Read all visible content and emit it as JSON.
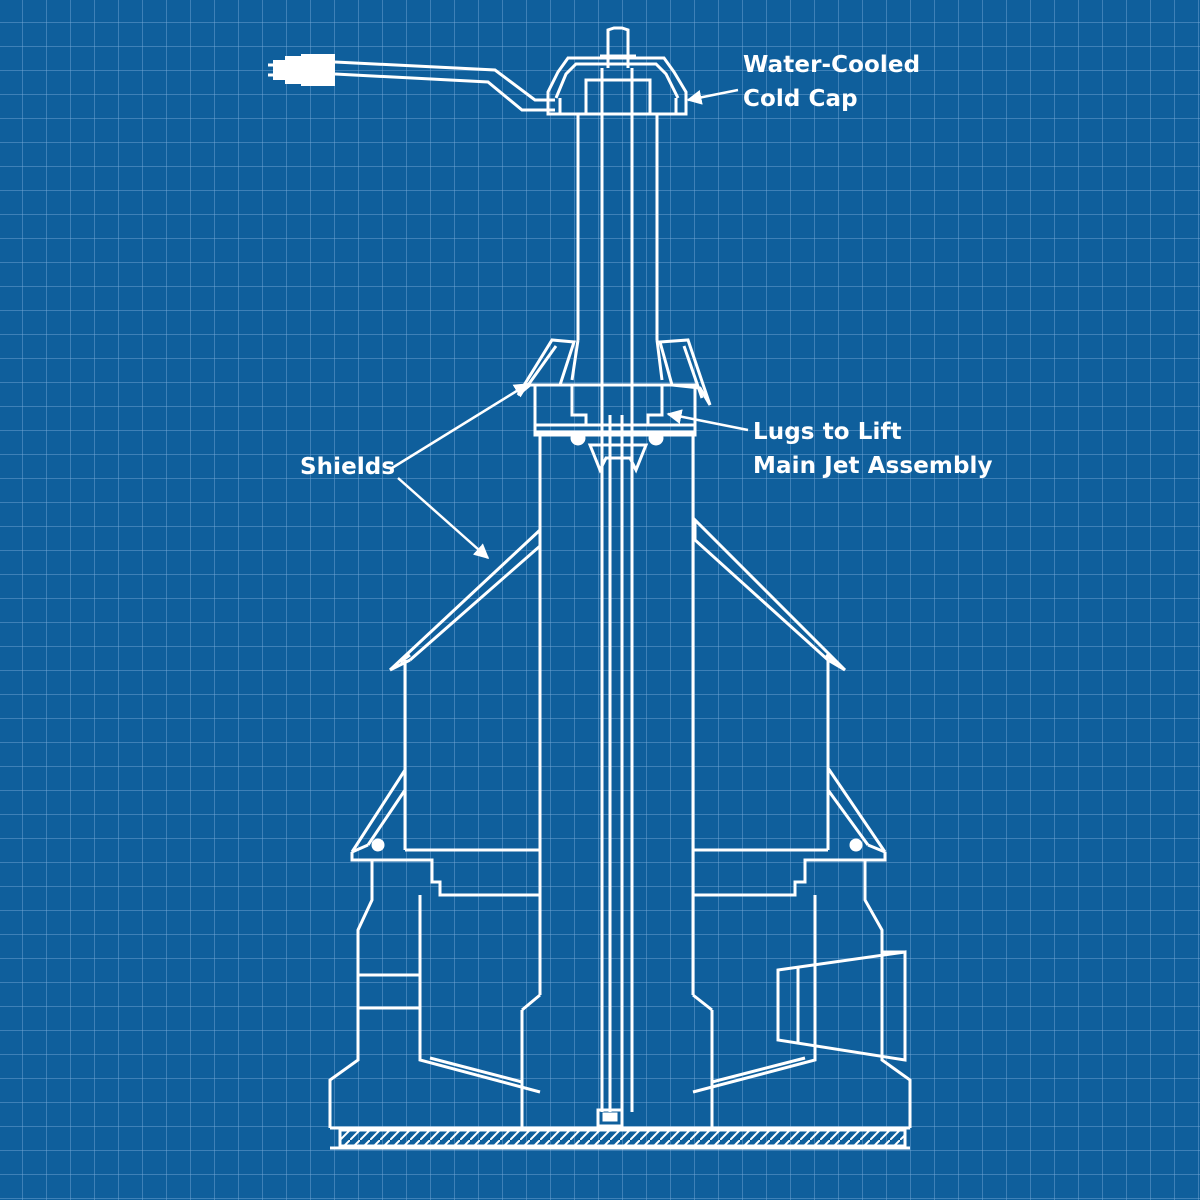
{
  "labels": {
    "cold_cap": {
      "line1": "Water-Cooled",
      "line2": "Cold Cap"
    },
    "lugs": {
      "line1": "Lugs to Lift",
      "line2": "Main Jet Assembly"
    },
    "shields": "Shields"
  },
  "colors": {
    "background": "#0f5f9c",
    "grid": "#6aa3d6",
    "linework": "#ffffff"
  }
}
